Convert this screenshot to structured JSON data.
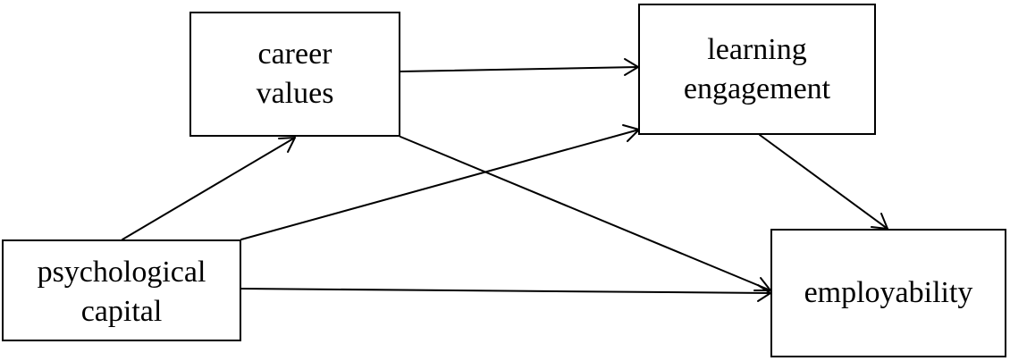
{
  "diagram": {
    "nodes": {
      "career_values": {
        "line1": "career",
        "line2": "values"
      },
      "learning_engagement": {
        "line1": "learning",
        "line2": "engagement"
      },
      "psychological_capital": {
        "line1": "psychological",
        "line2": "capital"
      },
      "employability": {
        "line1": "employability"
      }
    },
    "edges": [
      {
        "from": "psychological capital",
        "to": "career values"
      },
      {
        "from": "psychological capital",
        "to": "learning engagement"
      },
      {
        "from": "psychological capital",
        "to": "employability"
      },
      {
        "from": "career values",
        "to": "learning engagement"
      },
      {
        "from": "career values",
        "to": "employability"
      },
      {
        "from": "learning engagement",
        "to": "employability"
      }
    ],
    "colors": {
      "line": "#000000",
      "background": "#ffffff"
    }
  }
}
